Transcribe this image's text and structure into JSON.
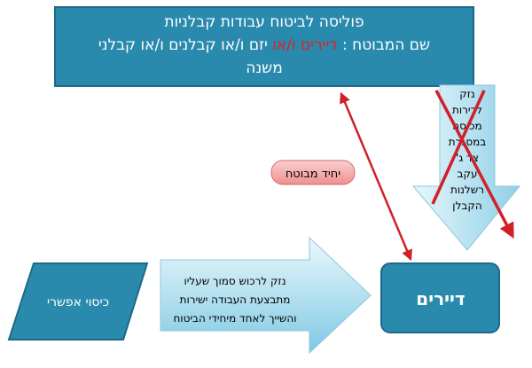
{
  "policy_box": {
    "line1": "פוליסה לביטוח עבודות קבלניות",
    "line2_prefix": "שם המבוטח : ",
    "line2_highlight": "דיירים ו/או",
    "line2_suffix": " יזם ו/או קבלנים ו/או קבלני",
    "line3": "משנה"
  },
  "down_arrow_text": [
    "נזק",
    "לדירות",
    "מכוסה",
    "במסגרת",
    "צד ג'",
    "עקב",
    "רשלנות",
    "הקבלן"
  ],
  "single_insured_label": "יחיד מבוטח",
  "possible_coverage_label": "כיסוי אפשרי",
  "right_arrow_text": [
    "נזק לרכוש סמוך שעליו",
    "מתבצעת העבודה ישירות",
    "והשייך לאחד מיחידי הביטוח"
  ],
  "tenants_label": "דיירים",
  "colors": {
    "box_fill": "#2a8aad",
    "box_stroke": "#1d6a86",
    "arrow_light": "#dff3fa",
    "arrow_dark": "#8fd0e8",
    "red": "#d0202a",
    "highlight_text": "#e02020",
    "pill_fill": "#f4a7a7"
  }
}
